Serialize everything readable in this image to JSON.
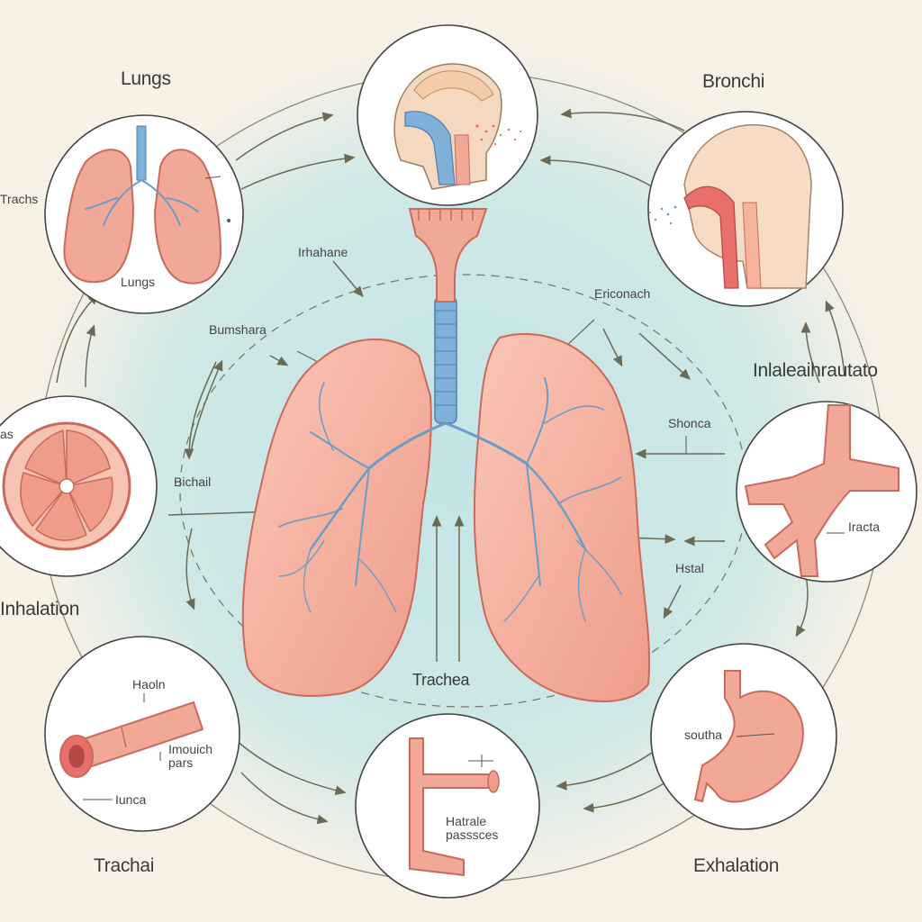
{
  "labels": {
    "lungs_heading": "Lungs",
    "bronchi_heading": "Bronchi",
    "lungs_inner": "Lungs",
    "trachs_edge": "Trachs",
    "inhalation": "Inhalation",
    "trachai": "Trachai",
    "exhalation": "Exhalation",
    "inlaleaihrautato": "Inlaleaihrautato",
    "irhahane": "Irhahane",
    "bumshara": "Bumshara",
    "bichail": "Bichail",
    "ericonach": "Ericonach",
    "shonca": "Shonca",
    "hstal": "Hstal",
    "trachea": "Trachea",
    "iracta": "Iracta",
    "haoln": "Haoln",
    "imouich_pars": "Imouich\npars",
    "iunca": "Iunca",
    "hatrale_passces": "Hatrale\npasssces",
    "southa": "southa",
    "vas_edge": "as"
  },
  "colors": {
    "background": "#f7f1e6",
    "glow": "#c9e6e6",
    "lung_fill": "#f2a896",
    "lung_stroke": "#c96a5c",
    "airway_blue": "#6a9cc8",
    "arrow": "#6b6a55"
  }
}
